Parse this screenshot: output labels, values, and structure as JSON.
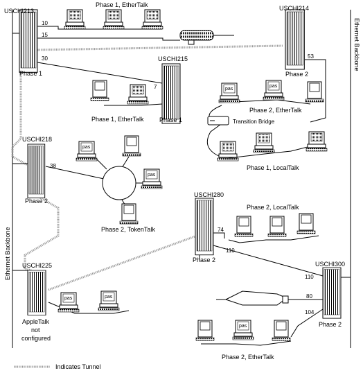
{
  "routers": {
    "r213": {
      "name": "USCHI213",
      "phase": "Phase 1"
    },
    "r214": {
      "name": "USCHI214",
      "phase": "Phase 2"
    },
    "r215": {
      "name": "USCHI215",
      "phase": "Phase 1"
    },
    "r218": {
      "name": "USCHI218",
      "phase": "Phase 2"
    },
    "r280": {
      "name": "USCHI280",
      "phase": "Phase 2"
    },
    "r225": {
      "name": "USCHI225",
      "phase_line1": "AppleTalk",
      "phase_line2": "not",
      "phase_line3": "configured"
    },
    "r300": {
      "name": "USCHI300",
      "phase": "Phase 2"
    }
  },
  "ports": {
    "p10": "10",
    "p15": "15",
    "p30": "30",
    "p53": "53",
    "p7": "7",
    "p38": "38",
    "p74": "74",
    "p110a": "110",
    "p110b": "110",
    "p80": "80",
    "p104": "104"
  },
  "networks": {
    "n1": "Phase 1, EtherTalk",
    "n2": "Phase 1, EtherTalk",
    "n3": "Phase 2, EtherTalk",
    "n4": "Phase 1, LocalTalk",
    "n5": "Phase 2, TokenTalk",
    "n6": "Phase 2, LocalTalk",
    "n7": "Phase 2, EtherTalk"
  },
  "transition_bridge": "Transition Bridge",
  "backbone_left": "Ethernet Backbone",
  "backbone_right": "Ethernet Backbone",
  "legend": "Indicates Tunnel",
  "pas": "pas"
}
